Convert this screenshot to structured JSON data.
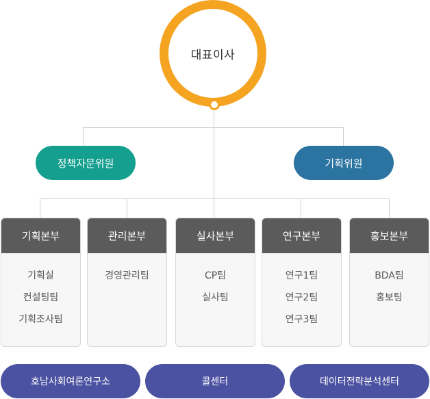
{
  "ceo": {
    "label": "대표이사"
  },
  "committees": [
    {
      "label": "정책자문위원"
    },
    {
      "label": "기획위원"
    }
  ],
  "divisions": [
    {
      "title": "기획본부",
      "teams": [
        "기획실",
        "컨설팅팀",
        "기획조사팀"
      ]
    },
    {
      "title": "관리본부",
      "teams": [
        "경영관리팀"
      ]
    },
    {
      "title": "실사본부",
      "teams": [
        "CP팀",
        "실사팀"
      ]
    },
    {
      "title": "연구본부",
      "teams": [
        "연구1팀",
        "연구2팀",
        "연구3팀"
      ]
    },
    {
      "title": "홍보본부",
      "teams": [
        "BDA팀",
        "홍보팀"
      ]
    }
  ],
  "institutes": [
    {
      "label": "호남사회여론연구소"
    },
    {
      "label": "콜센터"
    },
    {
      "label": "데이터전략분석센터"
    }
  ],
  "colors": {
    "ceo_ring": "#f5a421",
    "committee_policy": "#159f8f",
    "committee_planning": "#2b73a0",
    "division_header": "#5b5b5b",
    "institute": "#4b52a1",
    "connector": "#cfcfcf"
  }
}
